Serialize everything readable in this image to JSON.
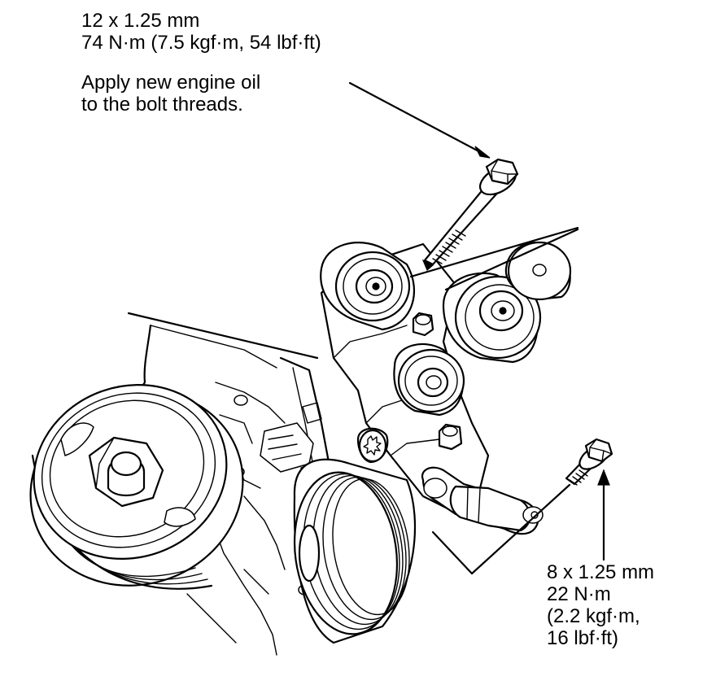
{
  "figure": {
    "top_bolt": {
      "size": "12 x 1.25 mm",
      "torque": "74 N·m (7.5 kgf·m, 54 lbf·ft)",
      "note_line1": "Apply new engine oil",
      "note_line2": "to the bolt threads."
    },
    "bottom_bolt": {
      "size": "8 x 1.25 mm",
      "torque_line1": "22 N·m",
      "torque_line2": "(2.2 kgf·m,",
      "torque_line3": "16 lbf·ft)"
    }
  }
}
